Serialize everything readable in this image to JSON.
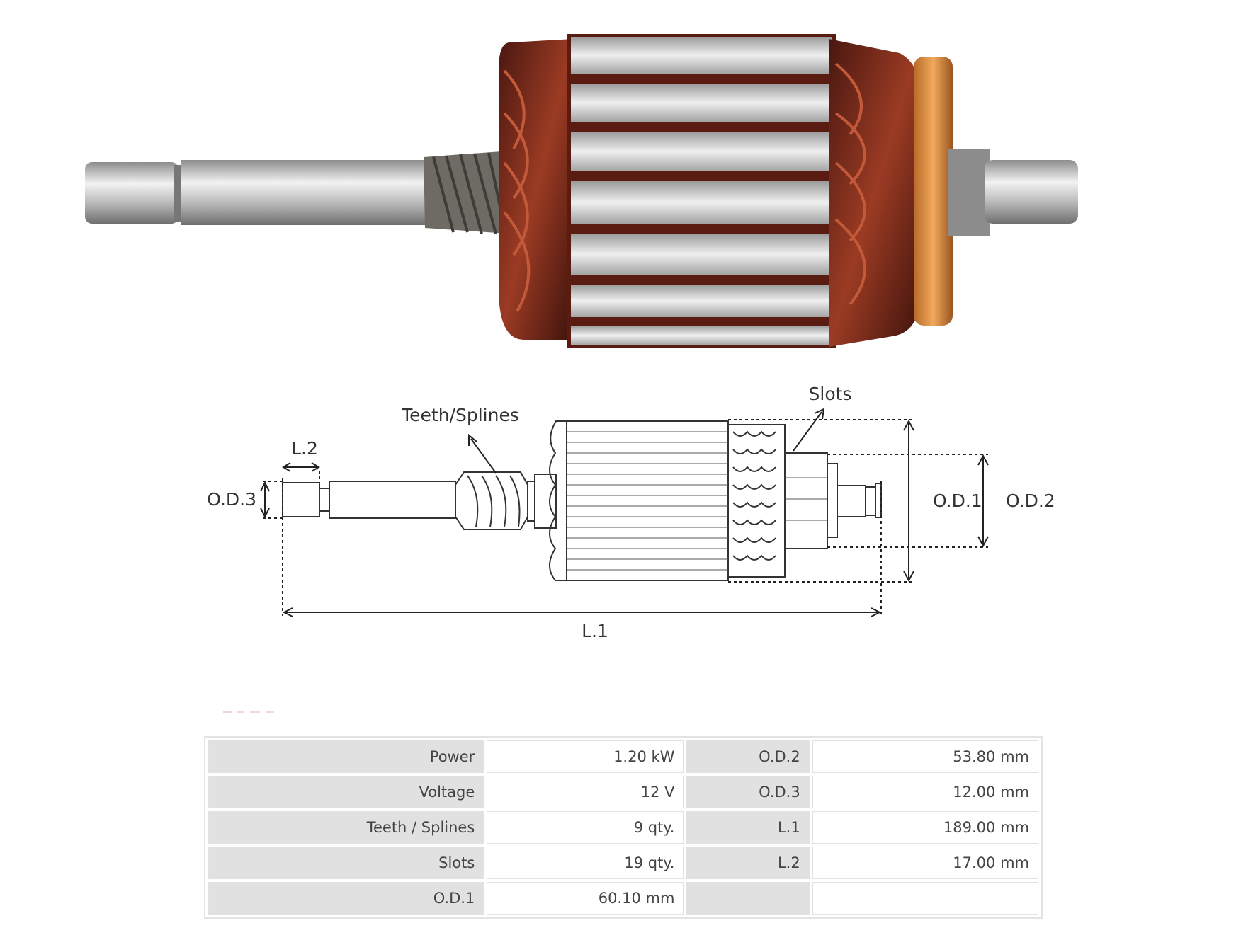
{
  "diagram_labels": {
    "l2": "L.2",
    "od3": "O.D.3",
    "teeth": "Teeth/Splines",
    "slots": "Slots",
    "od1": "O.D.1",
    "od2": "O.D.2",
    "l1": "L.1"
  },
  "specs": {
    "rows": [
      {
        "k1": "Power",
        "v1": "1.20 kW",
        "k2": "O.D.2",
        "v2": "53.80 mm"
      },
      {
        "k1": "Voltage",
        "v1": "12 V",
        "k2": "O.D.3",
        "v2": "12.00 mm"
      },
      {
        "k1": "Teeth / Splines",
        "v1": "9 qty.",
        "k2": "L.1",
        "v2": "189.00 mm"
      },
      {
        "k1": "Slots",
        "v1": "19 qty.",
        "k2": "L.2",
        "v2": "17.00 mm"
      },
      {
        "k1": "O.D.1",
        "v1": "60.10 mm",
        "k2": "",
        "v2": ""
      }
    ]
  },
  "colors": {
    "copper": "#7a2a1c",
    "steel": "#c9c9c9",
    "line": "#333333"
  }
}
